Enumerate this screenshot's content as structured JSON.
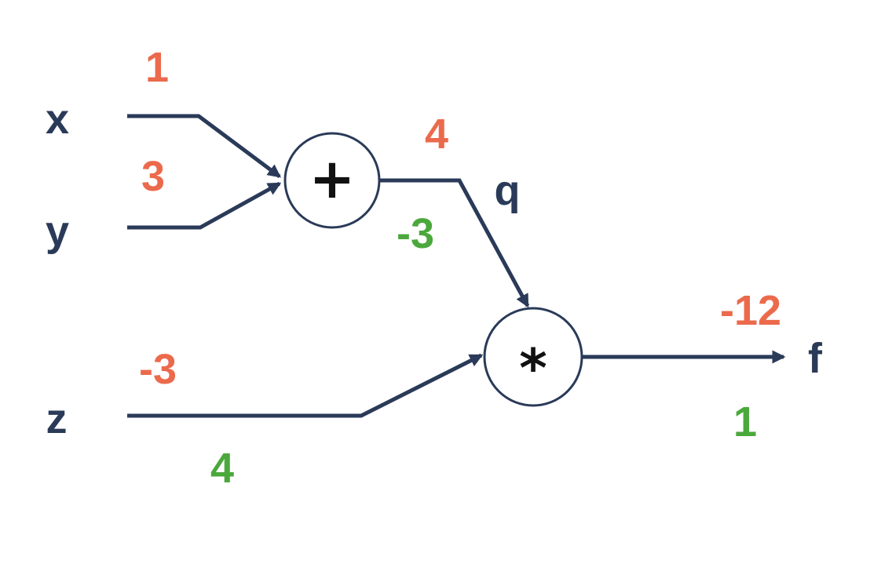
{
  "colors": {
    "line": "#2a3a58",
    "forward": "#ec6a4c",
    "gradient": "#4ba83c",
    "symbol": "#111111",
    "nodefill": "#ffffff"
  },
  "labels": {
    "input_x": "x",
    "input_y": "y",
    "input_z": "z",
    "x_value": "1",
    "y_value": "3",
    "z_value": "-3",
    "z_grad": "4",
    "q_value": "4",
    "q_name": "q",
    "q_grad": "-3",
    "f_value": "-12",
    "f_name": "f",
    "f_grad": "1",
    "add_symbol": "+",
    "mul_symbol": "*"
  },
  "graph": {
    "type": "computational-graph",
    "nodes": [
      {
        "id": "add",
        "symbol": "+"
      },
      {
        "id": "mul",
        "symbol": "*"
      }
    ],
    "edges": [
      {
        "from": "x",
        "to": "add",
        "forward_value": "1"
      },
      {
        "from": "y",
        "to": "add",
        "forward_value": "3"
      },
      {
        "from": "add",
        "to": "mul",
        "label": "q",
        "forward_value": "4",
        "gradient_value": "-3"
      },
      {
        "from": "z",
        "to": "mul",
        "forward_value": "-3",
        "gradient_value": "4"
      },
      {
        "from": "mul",
        "to": "f",
        "forward_value": "-12",
        "gradient_value": "1"
      }
    ],
    "color_legend": {
      "forward_values_color": "#ec6a4c",
      "gradient_values_color": "#4ba83c"
    }
  }
}
